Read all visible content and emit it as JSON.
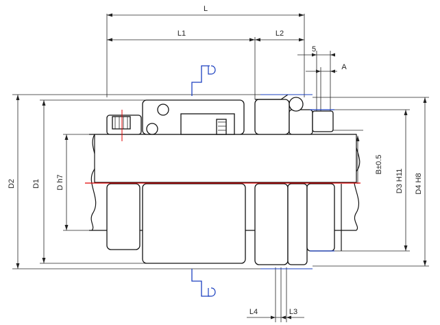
{
  "labels": {
    "L": "L",
    "L1": "L1",
    "L2": "L2",
    "five": "5",
    "A": "A",
    "D2": "D2",
    "D1": "D1",
    "Dh7": "D h7",
    "B": "B±0.5",
    "D3": "D3 H11",
    "D4": "D4 H8",
    "L4": "L4",
    "L3": "L3"
  },
  "colors": {
    "line": "#111111",
    "centerline": "#e00000",
    "gland": "#1a3fbf"
  },
  "icons": {
    "seal-outline": "mechanical-seal-section"
  }
}
